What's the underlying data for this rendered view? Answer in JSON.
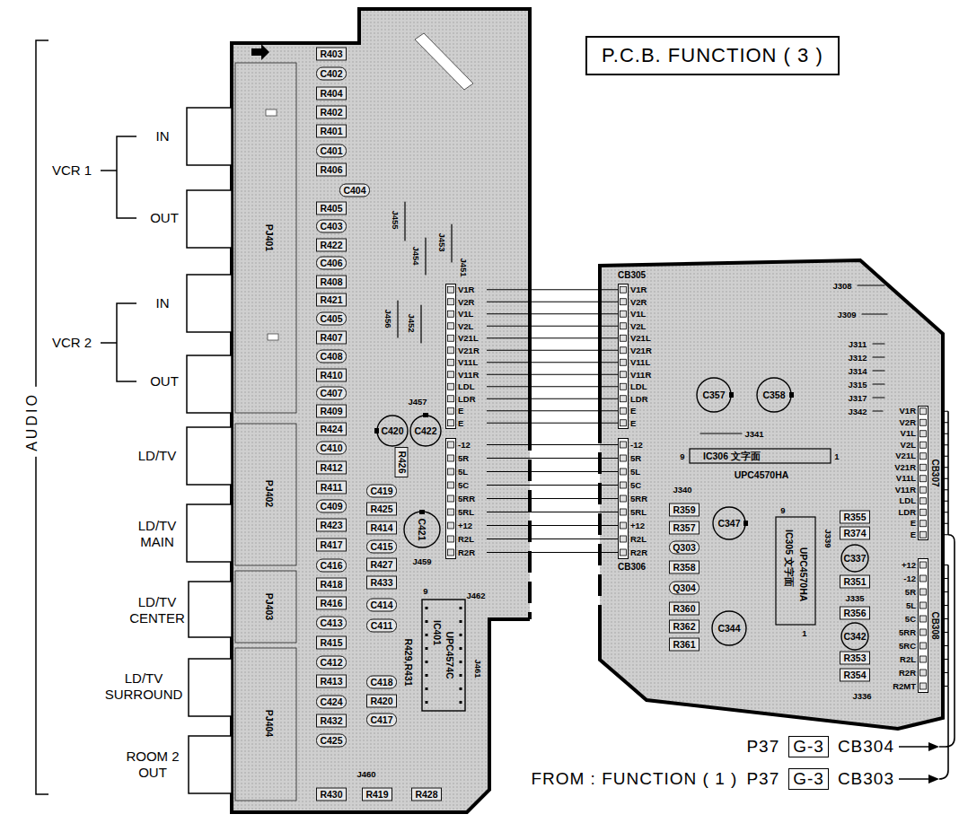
{
  "diagram": {
    "title": "P.C.B. FUNCTION ( 3 )",
    "nodes": [
      {
        "text": [
          "P.C.B. FUNCTION ( 3 )"
        ]
      },
      {
        "text": [
          "V1R V2R V1L V2L V21L V21R V11L V11R LDL LDR E E"
        ]
      },
      {
        "text": [
          "-12 5R 5L 5C 5RR 5RL +12 R2L R2R"
        ]
      },
      {
        "text": [
          "CB305",
          "V1R V2R V1L V2L V21L V21R V11L V11R LDL LDR E E"
        ]
      },
      {
        "text": [
          "-12 5R 5L 5C 5RR 5RL +12 R2L R2R",
          "CB306"
        ]
      },
      {
        "text": [
          "V1R V2R V1L V2L V21L V21R V11L V11R LDL LDR E E",
          "CB307"
        ]
      },
      {
        "text": [
          "+12 -12 5R 5L 5C 5RR 5RC R2L R2R R2MT",
          "CB308"
        ]
      }
    ],
    "edges": [
      {
        "from": 1,
        "to": 3,
        "arrow": "none"
      },
      {
        "from": 2,
        "to": 4,
        "arrow": "none"
      }
    ],
    "labels": [
      "AUDIO",
      "IN",
      "VCR 1",
      "OUT",
      "IN",
      "VCR 2",
      "OUT",
      "LD/TV",
      "LD/TV MAIN",
      "LD/TV CENTER",
      "LD/TV SURROUND",
      "ROOM 2 OUT",
      "R403",
      "C402",
      "R404",
      "R402",
      "R401",
      "C401",
      "R406",
      "C404",
      "R405",
      "C403",
      "R422",
      "C406",
      "R408",
      "R421",
      "C405",
      "R407",
      "C408",
      "R410",
      "C407",
      "R409",
      "R424",
      "C410",
      "R412",
      "R411",
      "C409",
      "R423",
      "R417",
      "C416",
      "R418",
      "R416",
      "C413",
      "R415",
      "C412",
      "R413",
      "C424",
      "R432",
      "C425",
      "R430",
      "C420",
      "C422",
      "R426",
      "C419",
      "R425",
      "R414",
      "C415",
      "R427",
      "R433",
      "C414",
      "C411",
      "R429,R431",
      "C418",
      "R420",
      "C417",
      "R419",
      "R428",
      "C421",
      "IC401",
      "UPC4574C",
      "9",
      "PJ401",
      "PJ402",
      "PJ403",
      "PJ404",
      "J451",
      "J455",
      "J454",
      "J453",
      "J456",
      "J452",
      "J457",
      "J459",
      "J462",
      "J460",
      "J461",
      "J308",
      "J309",
      "J311",
      "J312",
      "J314",
      "J315",
      "J317",
      "J342",
      "C357",
      "C358",
      "J341",
      "9",
      "IC306 文字面",
      "1",
      "UPC4570HA",
      "J340",
      "R359",
      "R357",
      "Q303",
      "R358",
      "Q304",
      "R360",
      "R362",
      "R361",
      "C347",
      "9",
      "IC305 文字面",
      "UPC4570HA",
      "1",
      "C344",
      "J339",
      "R355",
      "R374",
      "C337",
      "R351",
      "J335",
      "R356",
      "C342",
      "R353",
      "R354",
      "J336",
      "P37",
      "G-3",
      "CB304",
      "FROM : FUNCTION ( 1 )",
      "P37",
      "G-3",
      "CB303"
    ]
  }
}
